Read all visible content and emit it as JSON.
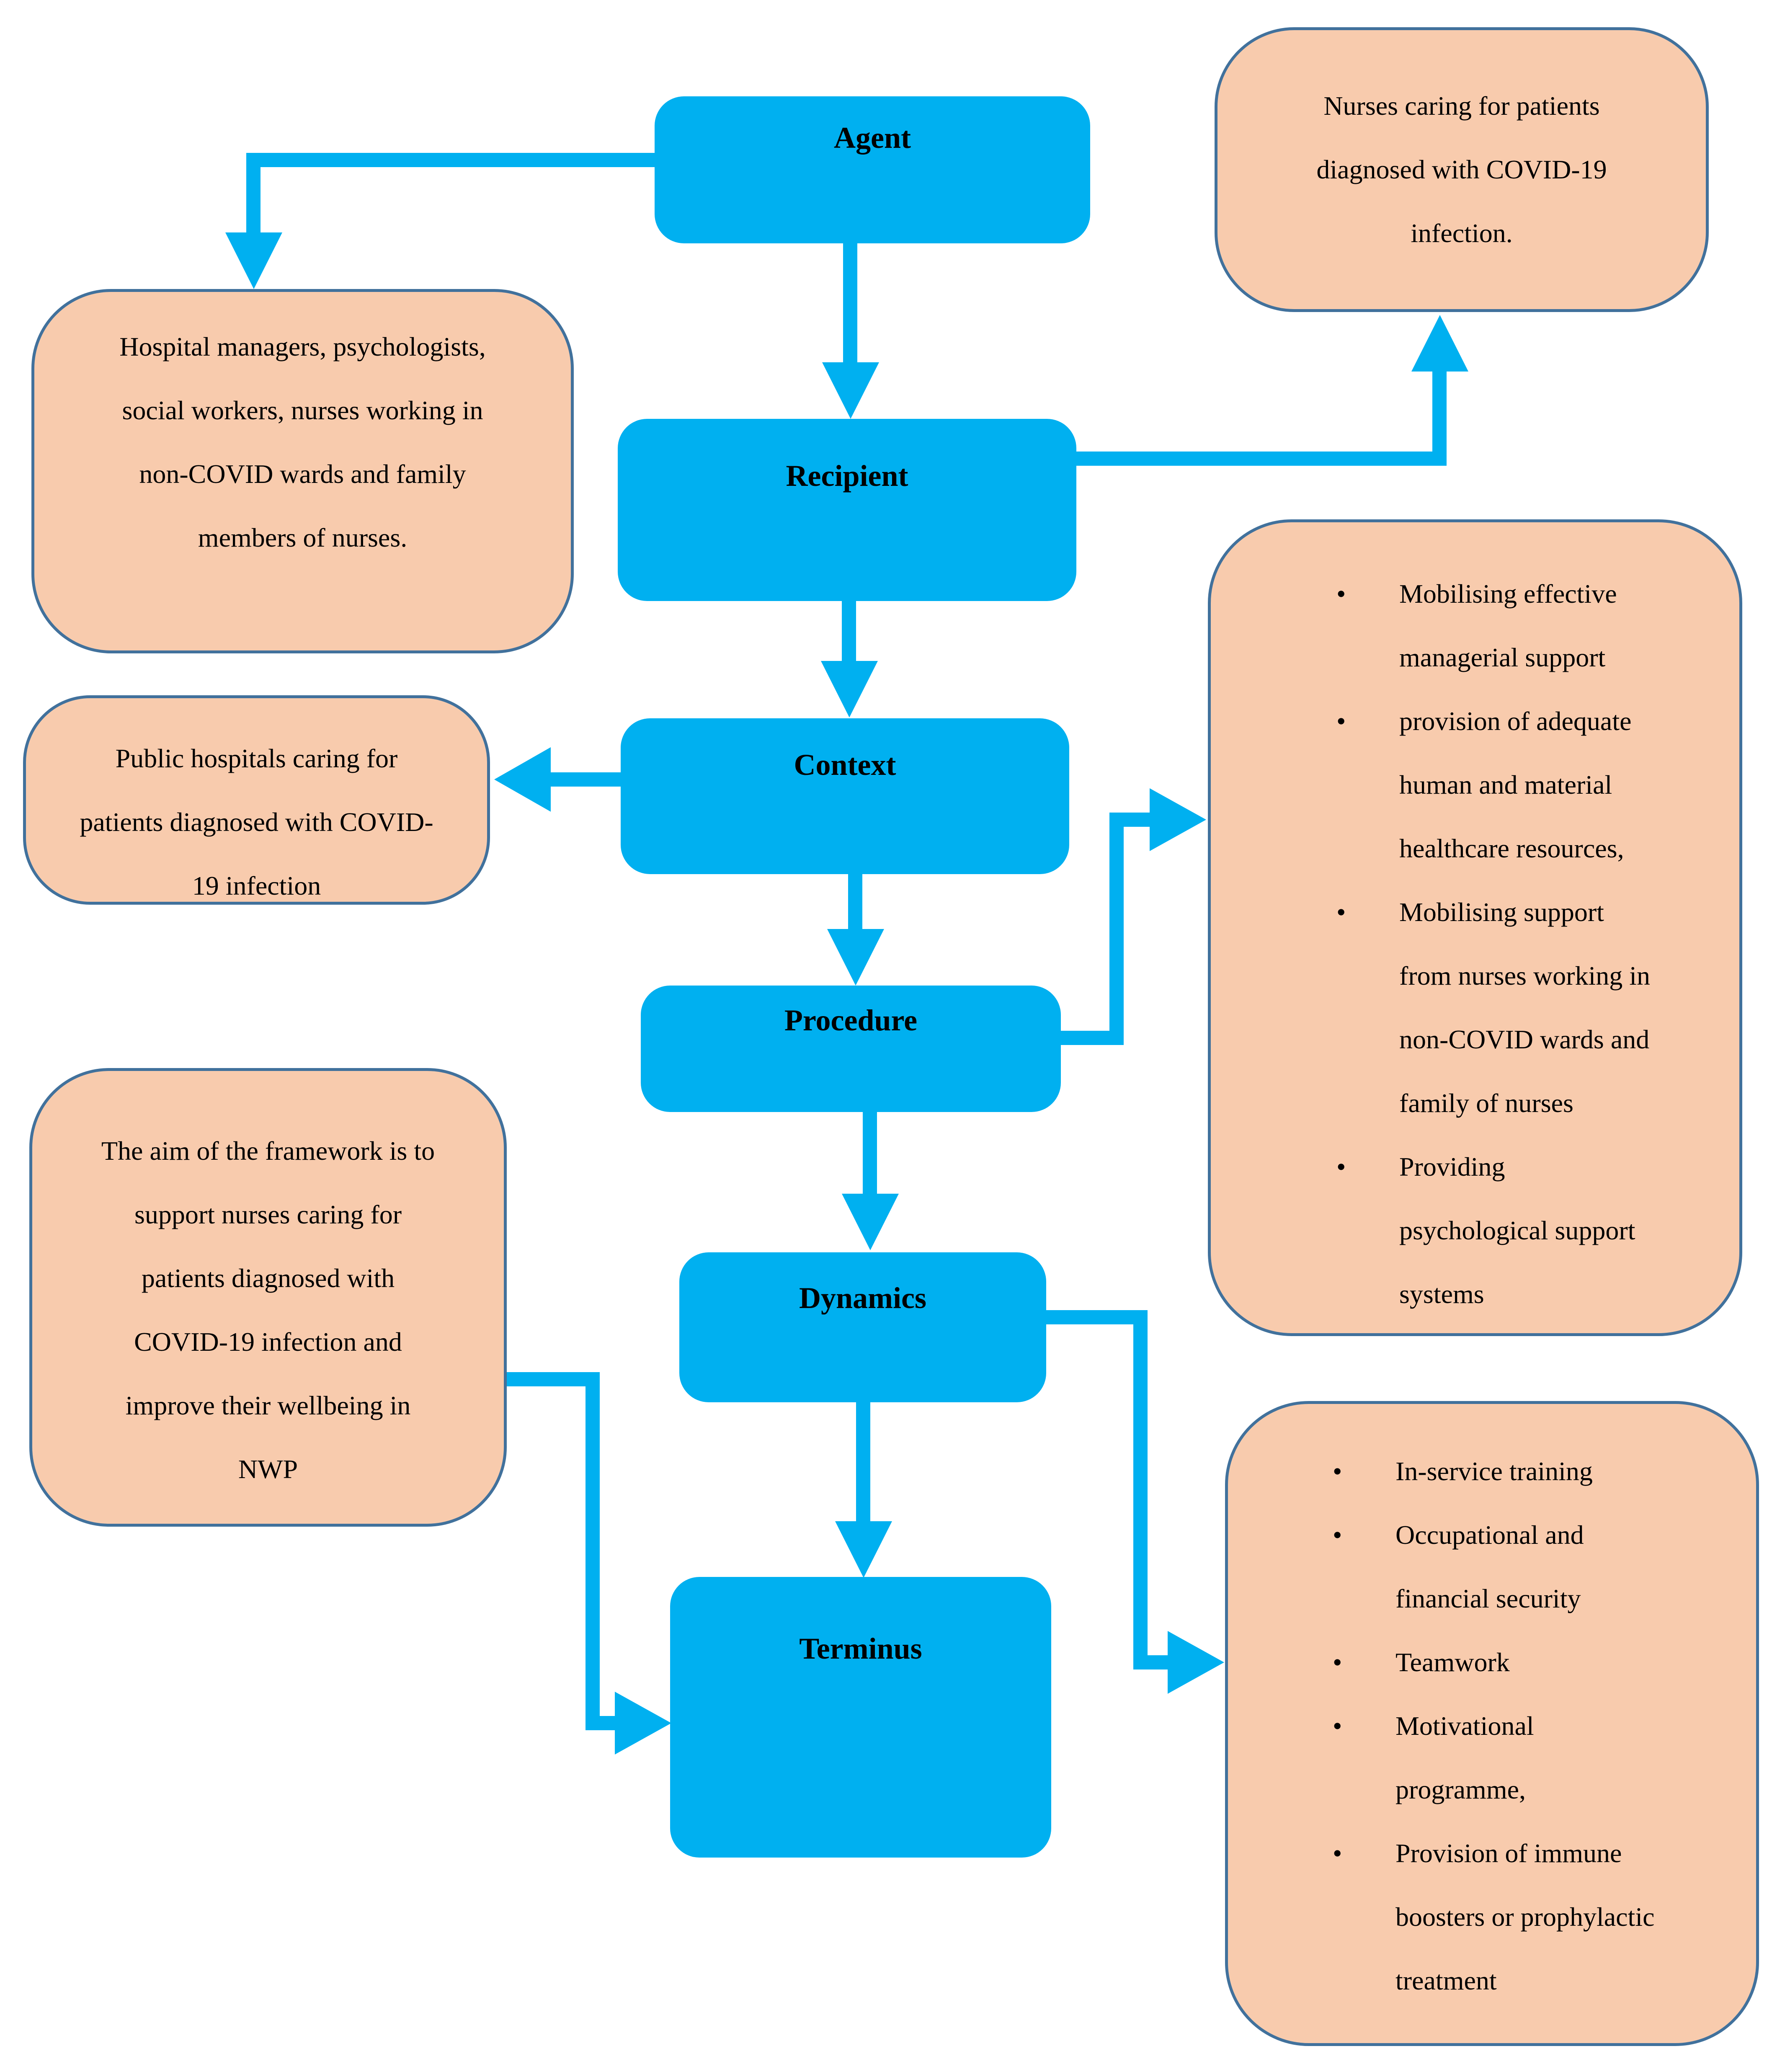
{
  "colors": {
    "node_fill": "#00B0F0",
    "note_fill": "#F8CBAD",
    "note_border": "#41719C",
    "arrow": "#00B0F0",
    "text_color": "#000000"
  },
  "nodes": {
    "agent": {
      "label": "Agent"
    },
    "recipient": {
      "label": "Recipient"
    },
    "context": {
      "label": "Context"
    },
    "procedure": {
      "label": "Procedure"
    },
    "dynamics": {
      "label": "Dynamics"
    },
    "terminus": {
      "label": "Terminus"
    }
  },
  "notes": {
    "recipient_detail": "Nurses caring for patients diagnosed with COVID-19 infection.",
    "agent_detail": "Hospital managers, psychologists, social workers, nurses working in non-COVID wards and family members of nurses.",
    "context_detail": "Public hospitals caring for patients diagnosed with COVID-19 infection",
    "aim_detail": "The aim of the framework is to support nurses caring for patients diagnosed with COVID-19 infection and improve their wellbeing in NWP",
    "procedure_outcomes": [
      "Mobilising effective managerial support",
      "provision of adequate human and material healthcare resources,",
      "Mobilising support from nurses working in non-COVID wards and family of nurses",
      "Providing psychological support systems"
    ],
    "terminus_outcomes": [
      "In-service training",
      "Occupational and financial security",
      "Teamwork",
      "Motivational programme,",
      "Provision of immune boosters or prophylactic treatment"
    ]
  }
}
